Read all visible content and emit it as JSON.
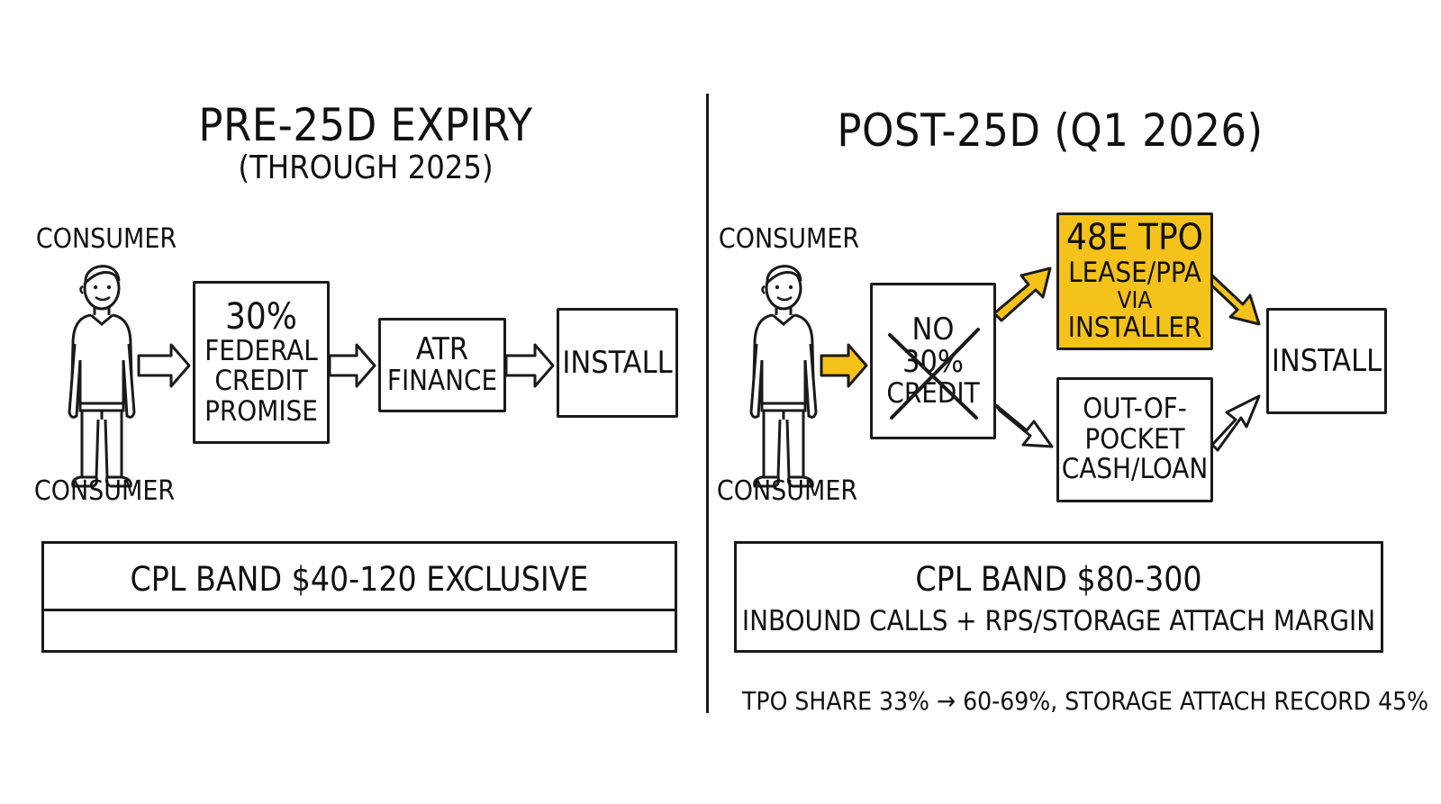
{
  "left": {
    "title": "PRE-25D EXPIRY",
    "subtitle": "(THROUGH 2025)",
    "consumer_top": "CONSUMER",
    "consumer_bottom": "CONSUMER",
    "box_credit": {
      "line1": "30%",
      "line2": "FEDERAL",
      "line3": "CREDIT",
      "line4": "PROMISE"
    },
    "box_finance": {
      "line1": "ATR",
      "line2": "FINANCE"
    },
    "box_install": "INSTALL",
    "cpl": {
      "line1": "CPL BAND $40-120 EXCLUSIVE",
      "line2": ""
    }
  },
  "right": {
    "title": "POST-25D (Q1 2026)",
    "consumer_top": "CONSUMER",
    "consumer_bottom": "CONSUMER",
    "box_nocredit": {
      "line1": "NO",
      "line2": "30%",
      "line3": "CREDIT"
    },
    "box_tpo": {
      "line1": "48E TPO",
      "line2": "LEASE/PPA",
      "line3": "VIA",
      "line4": "INSTALLER"
    },
    "box_cash": {
      "line1": "OUT-OF-",
      "line2": "POCKET",
      "line3": "CASH/LOAN"
    },
    "box_install": "INSTALL",
    "cpl": {
      "line1": "CPL BAND $80-300",
      "line2": "INBOUND CALLS + RPS/STORAGE ATTACH MARGIN"
    },
    "footer": "TPO SHARE 33% → 60-69%, STORAGE ATTACH RECORD 45%"
  },
  "colors": {
    "ink": "#1a1a1a",
    "accent": "#f5c21b",
    "background": "#ffffff"
  },
  "icons": [
    "person-icon",
    "hollow-arrow-icon",
    "yellow-arrow-icon",
    "cross-out-icon"
  ]
}
